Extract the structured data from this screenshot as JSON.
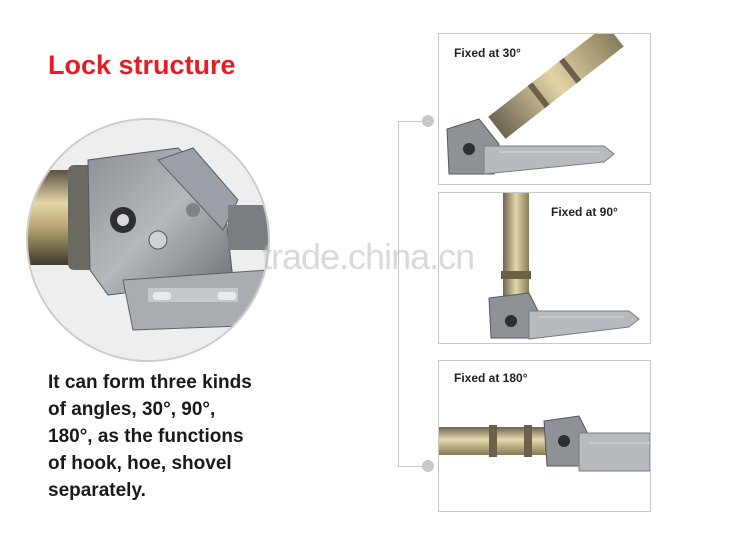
{
  "header": {
    "title": "Lock structure"
  },
  "description": {
    "lines": [
      "It can form three kinds",
      "of angles, 30°, 90°,",
      "180°, as the functions",
      "of hook, hoe, shovel",
      "separately."
    ]
  },
  "panels": [
    {
      "label": "Fixed at 30°"
    },
    {
      "label": "Fixed at 90°"
    },
    {
      "label": "Fixed at 180°"
    }
  ],
  "watermark": {
    "text": "trade.china.cn"
  },
  "colors": {
    "title": "#e31e24",
    "text": "#1a1a1a",
    "border": "#c8c8c8",
    "metal": "#9a9ea3",
    "gold": "#c2b07e"
  }
}
